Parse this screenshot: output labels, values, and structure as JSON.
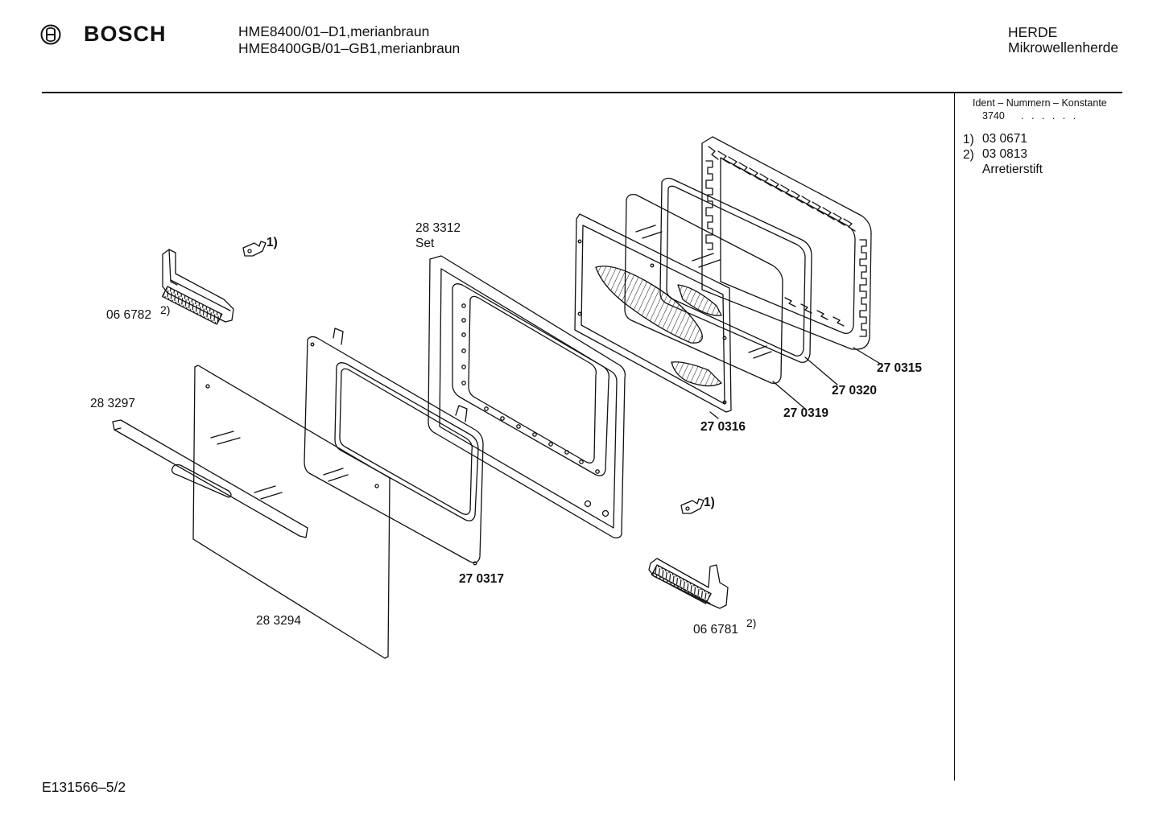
{
  "header": {
    "brand": "BOSCH",
    "models": [
      "HME8400/01–D1,merianbraun",
      "HME8400GB/01–GB1,merianbraun"
    ],
    "category": [
      "HERDE",
      "Mikrowellenherde"
    ]
  },
  "sidebar": {
    "ident_title": "Ident – Nummern – Konstante",
    "ident_number": "3740",
    "ident_dots": ". . . . . .",
    "notes": [
      {
        "marker": "1)",
        "value": "03 0671"
      },
      {
        "marker": "2)",
        "value": "03 0813",
        "description": "Arretierstift"
      }
    ]
  },
  "parts": {
    "p283312": "28 3312",
    "p283312_set": "Set",
    "p066782": "06 6782",
    "p066782_ref": "2)",
    "clip_top_ref": "1)",
    "p283297": "28 3297",
    "p283294": "28 3294",
    "p270317": "27 0317",
    "p270316": "27 0316",
    "p270319": "27 0319",
    "p270320": "27 0320",
    "p270315": "27 0315",
    "clip_bottom_ref": "1)",
    "p066781": "06 6781",
    "p066781_ref": "2)"
  },
  "footer": {
    "doc_id": "E131566–5/2"
  }
}
